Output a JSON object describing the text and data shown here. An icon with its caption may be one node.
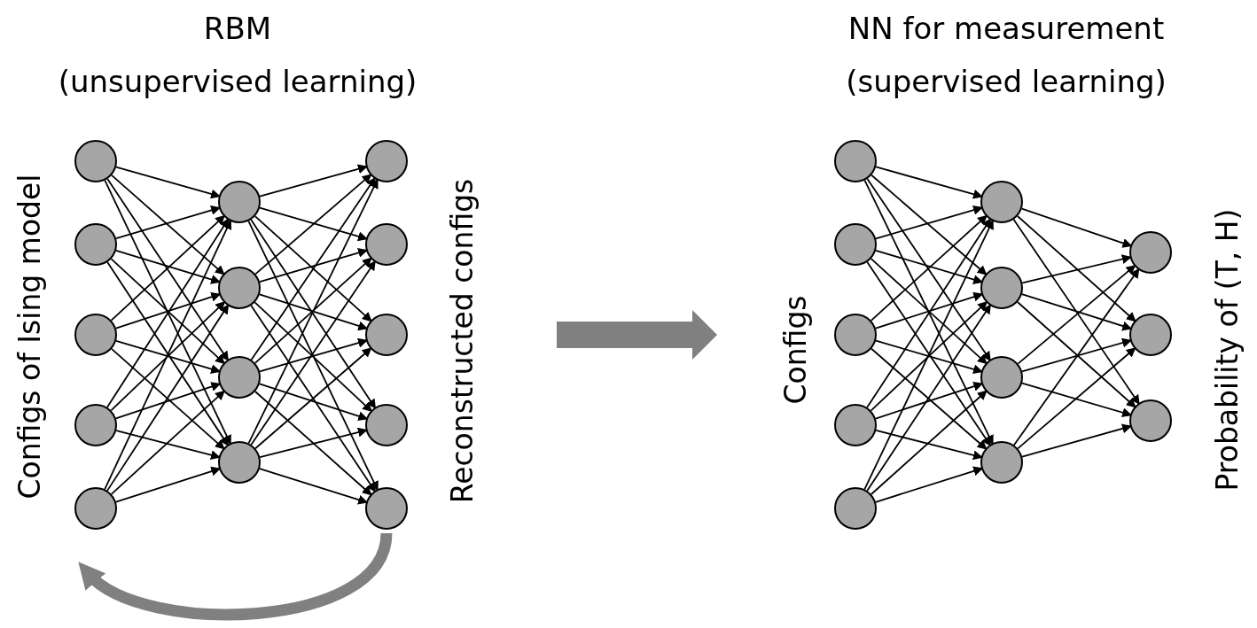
{
  "diagram": {
    "nodes": [
      {
        "text": [],
        "shape": "circle"
      },
      {
        "text": [],
        "shape": "circle"
      },
      {
        "text": [],
        "shape": "circle"
      },
      {
        "text": [],
        "shape": "circle"
      },
      {
        "text": [],
        "shape": "circle"
      },
      {
        "text": [],
        "shape": "circle"
      },
      {
        "text": [],
        "shape": "circle"
      },
      {
        "text": [],
        "shape": "circle"
      },
      {
        "text": [],
        "shape": "circle"
      },
      {
        "text": [],
        "shape": "circle"
      },
      {
        "text": [],
        "shape": "circle"
      },
      {
        "text": [],
        "shape": "circle"
      },
      {
        "text": [],
        "shape": "circle"
      },
      {
        "text": [],
        "shape": "circle"
      },
      {
        "text": [],
        "shape": "circle"
      },
      {
        "text": [],
        "shape": "circle"
      },
      {
        "text": [],
        "shape": "circle"
      },
      {
        "text": [],
        "shape": "circle"
      },
      {
        "text": [],
        "shape": "circle"
      },
      {
        "text": [],
        "shape": "circle"
      },
      {
        "text": [],
        "shape": "circle"
      },
      {
        "text": [],
        "shape": "circle"
      },
      {
        "text": [],
        "shape": "circle"
      },
      {
        "text": [],
        "shape": "circle"
      },
      {
        "text": [],
        "shape": "circle"
      },
      {
        "text": [],
        "shape": "circle"
      }
    ],
    "edges": [
      {
        "from": 0,
        "to": 5,
        "arrow": "to"
      },
      {
        "from": 0,
        "to": 6,
        "arrow": "to"
      },
      {
        "from": 0,
        "to": 7,
        "arrow": "to"
      },
      {
        "from": 0,
        "to": 8,
        "arrow": "to"
      },
      {
        "from": 1,
        "to": 5,
        "arrow": "to"
      },
      {
        "from": 1,
        "to": 6,
        "arrow": "to"
      },
      {
        "from": 1,
        "to": 7,
        "arrow": "to"
      },
      {
        "from": 1,
        "to": 8,
        "arrow": "to"
      },
      {
        "from": 2,
        "to": 5,
        "arrow": "to"
      },
      {
        "from": 2,
        "to": 6,
        "arrow": "to"
      },
      {
        "from": 2,
        "to": 7,
        "arrow": "to"
      },
      {
        "from": 2,
        "to": 8,
        "arrow": "to"
      },
      {
        "from": 3,
        "to": 5,
        "arrow": "to"
      },
      {
        "from": 3,
        "to": 6,
        "arrow": "to"
      },
      {
        "from": 3,
        "to": 7,
        "arrow": "to"
      },
      {
        "from": 3,
        "to": 8,
        "arrow": "to"
      },
      {
        "from": 4,
        "to": 5,
        "arrow": "to"
      },
      {
        "from": 4,
        "to": 6,
        "arrow": "to"
      },
      {
        "from": 4,
        "to": 7,
        "arrow": "to"
      },
      {
        "from": 4,
        "to": 8,
        "arrow": "to"
      },
      {
        "from": 5,
        "to": 9,
        "arrow": "to"
      },
      {
        "from": 5,
        "to": 10,
        "arrow": "to"
      },
      {
        "from": 5,
        "to": 11,
        "arrow": "to"
      },
      {
        "from": 5,
        "to": 12,
        "arrow": "to"
      },
      {
        "from": 5,
        "to": 13,
        "arrow": "to"
      },
      {
        "from": 6,
        "to": 9,
        "arrow": "to"
      },
      {
        "from": 6,
        "to": 10,
        "arrow": "to"
      },
      {
        "from": 6,
        "to": 11,
        "arrow": "to"
      },
      {
        "from": 6,
        "to": 12,
        "arrow": "to"
      },
      {
        "from": 6,
        "to": 13,
        "arrow": "to"
      },
      {
        "from": 7,
        "to": 9,
        "arrow": "to"
      },
      {
        "from": 7,
        "to": 10,
        "arrow": "to"
      },
      {
        "from": 7,
        "to": 11,
        "arrow": "to"
      },
      {
        "from": 7,
        "to": 12,
        "arrow": "to"
      },
      {
        "from": 7,
        "to": 13,
        "arrow": "to"
      },
      {
        "from": 8,
        "to": 9,
        "arrow": "to"
      },
      {
        "from": 8,
        "to": 10,
        "arrow": "to"
      },
      {
        "from": 8,
        "to": 11,
        "arrow": "to"
      },
      {
        "from": 8,
        "to": 12,
        "arrow": "to"
      },
      {
        "from": 8,
        "to": 13,
        "arrow": "to"
      },
      {
        "from": 14,
        "to": 19,
        "arrow": "to"
      },
      {
        "from": 14,
        "to": 20,
        "arrow": "to"
      },
      {
        "from": 14,
        "to": 21,
        "arrow": "to"
      },
      {
        "from": 14,
        "to": 22,
        "arrow": "to"
      },
      {
        "from": 15,
        "to": 19,
        "arrow": "to"
      },
      {
        "from": 15,
        "to": 20,
        "arrow": "to"
      },
      {
        "from": 15,
        "to": 21,
        "arrow": "to"
      },
      {
        "from": 15,
        "to": 22,
        "arrow": "to"
      },
      {
        "from": 16,
        "to": 19,
        "arrow": "to"
      },
      {
        "from": 16,
        "to": 20,
        "arrow": "to"
      },
      {
        "from": 16,
        "to": 21,
        "arrow": "to"
      },
      {
        "from": 16,
        "to": 22,
        "arrow": "to"
      },
      {
        "from": 17,
        "to": 19,
        "arrow": "to"
      },
      {
        "from": 17,
        "to": 20,
        "arrow": "to"
      },
      {
        "from": 17,
        "to": 21,
        "arrow": "to"
      },
      {
        "from": 17,
        "to": 22,
        "arrow": "to"
      },
      {
        "from": 18,
        "to": 19,
        "arrow": "to"
      },
      {
        "from": 18,
        "to": 20,
        "arrow": "to"
      },
      {
        "from": 18,
        "to": 21,
        "arrow": "to"
      },
      {
        "from": 18,
        "to": 22,
        "arrow": "to"
      },
      {
        "from": 19,
        "to": 23,
        "arrow": "to"
      },
      {
        "from": 19,
        "to": 24,
        "arrow": "to"
      },
      {
        "from": 19,
        "to": 25,
        "arrow": "to"
      },
      {
        "from": 20,
        "to": 23,
        "arrow": "to"
      },
      {
        "from": 20,
        "to": 24,
        "arrow": "to"
      },
      {
        "from": 20,
        "to": 25,
        "arrow": "to"
      },
      {
        "from": 21,
        "to": 23,
        "arrow": "to"
      },
      {
        "from": 21,
        "to": 24,
        "arrow": "to"
      },
      {
        "from": 21,
        "to": 25,
        "arrow": "to"
      },
      {
        "from": 22,
        "to": 23,
        "arrow": "to"
      },
      {
        "from": 22,
        "to": 24,
        "arrow": "to"
      },
      {
        "from": 22,
        "to": 25,
        "arrow": "to"
      },
      {
        "from": 13,
        "to": 4,
        "arrow": "to",
        "style": "thick",
        "color": "#808080"
      }
    ],
    "labels": [
      "RBM",
      "(unsupervised learning)",
      "NN for measurement",
      "(supervised learning)",
      "Configs of Ising model",
      "Reconstructed configs",
      "Configs",
      "Probability of (T, H)"
    ]
  }
}
